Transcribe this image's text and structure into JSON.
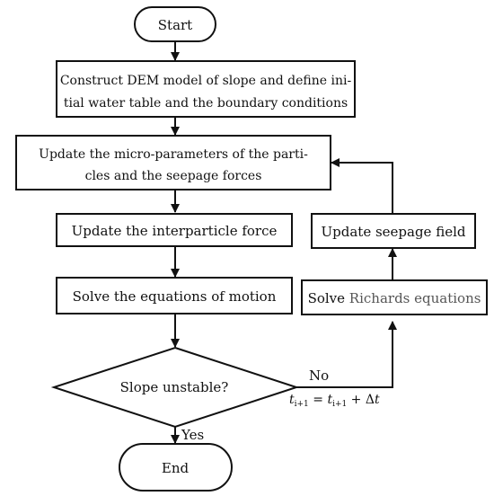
{
  "flowchart": {
    "start": "Start",
    "construct_line1": "Construct DEM model of slope and define ini-",
    "construct_line2": "tial water table and the boundary conditions",
    "update_micro_line1": "Update the micro-parameters of the parti-",
    "update_micro_line2": "cles and the seepage forces",
    "update_interparticle": "Update the interparticle force",
    "solve_motion": "Solve the equations of motion",
    "decision": "Slope unstable?",
    "end": "End",
    "update_seepage": "Update seepage field",
    "solve_richards_prefix": "Solve ",
    "solve_richards_suffix": "Richards equations",
    "label_no": "No",
    "label_yes": "Yes",
    "time_step": {
      "lhs_t": "t",
      "lhs_sub": "i+1",
      "eq": " = ",
      "rhs_t": "t",
      "rhs_sub": "i+1",
      "plus_delta": " + Δ",
      "delta_t": "t"
    }
  },
  "colors": {
    "stroke": "#111111",
    "text": "#111111",
    "richards_text": "#555555"
  }
}
